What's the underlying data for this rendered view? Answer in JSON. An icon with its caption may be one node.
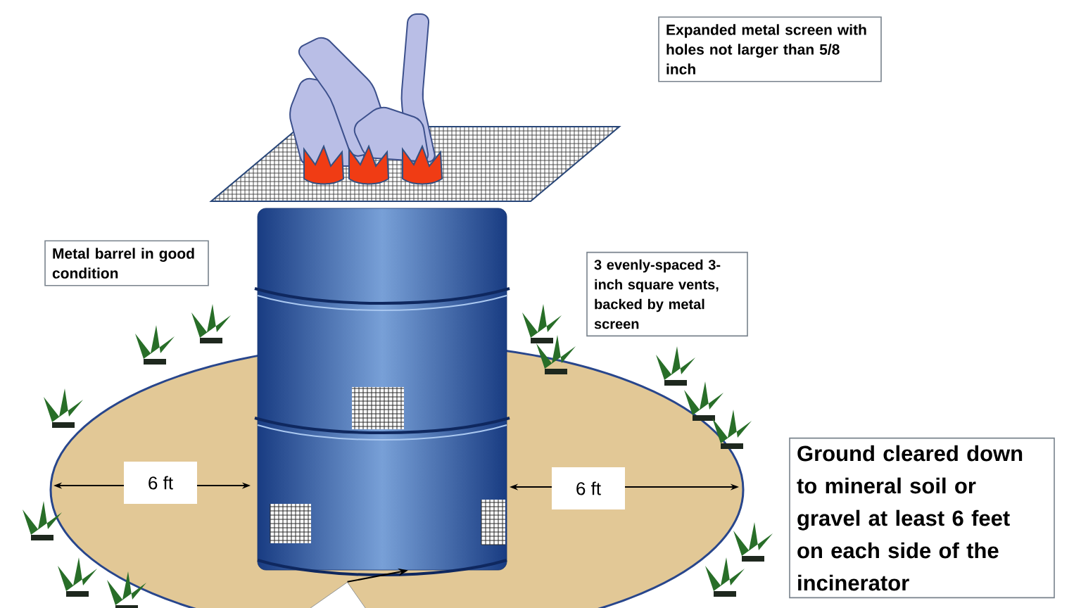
{
  "diagram": {
    "nodes": [
      {
        "text": [
          "Expanded metal screen with holes not larger than 5/8 inch"
        ]
      },
      {
        "text": [
          "Metal barrel in good condition"
        ]
      },
      {
        "text": [
          "3 evenly-spaced 3-inch square vents, backed by metal screen"
        ]
      },
      {
        "text": [
          "Ground cleared down to mineral soil or gravel at least 6 feet on each side of the incinerator"
        ]
      },
      {
        "text": [],
        "shape": "box"
      },
      {
        "text": [],
        "shape": "picture"
      }
    ],
    "edges": [
      {
        "from": 4,
        "to": 5,
        "arrow": "to"
      }
    ],
    "labels": [
      "6 ft",
      "6 ft"
    ]
  }
}
